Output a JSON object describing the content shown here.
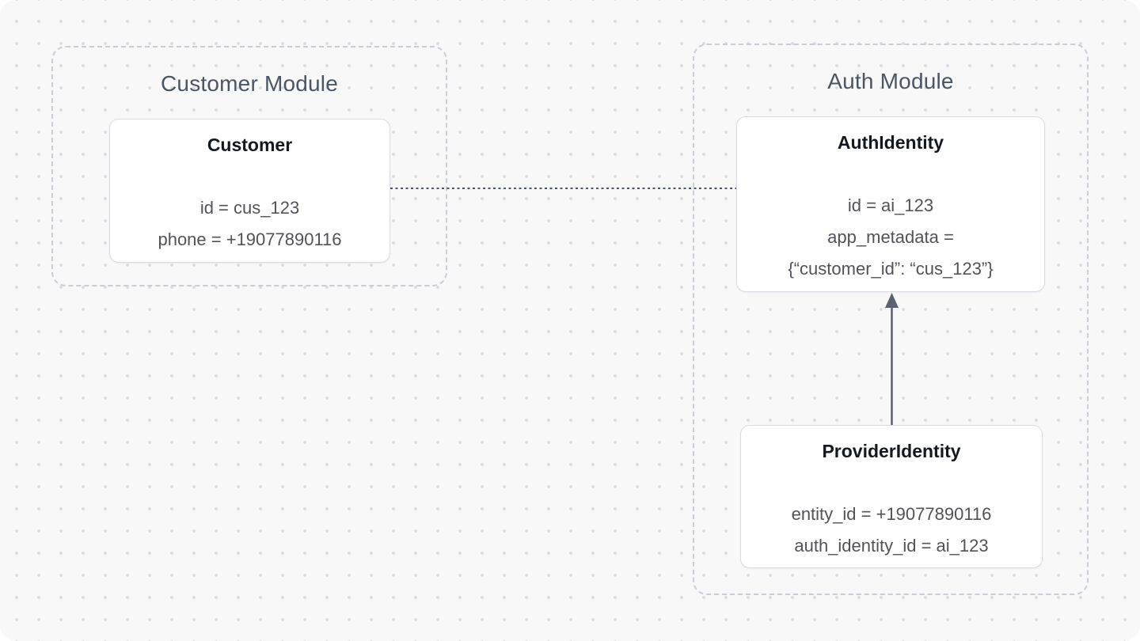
{
  "diagram": {
    "kind": "entity-relationship-module-diagram",
    "modules": {
      "customer": {
        "title": "Customer Module",
        "entities": {
          "customer": {
            "title": "Customer",
            "fields": [
              "id = cus_123",
              "phone = +19077890116"
            ]
          }
        }
      },
      "auth": {
        "title": "Auth Module",
        "entities": {
          "auth_identity": {
            "title": "AuthIdentity",
            "fields": [
              "id = ai_123",
              "app_metadata =",
              "{“customer_id”: “cus_123”}"
            ]
          },
          "provider_identity": {
            "title": "ProviderIdentity",
            "fields": [
              "entity_id = +19077890116",
              "auth_identity_id = ai_123"
            ]
          }
        }
      }
    },
    "connections": [
      {
        "from": "Customer",
        "to": "AuthIdentity",
        "style": "dotted-line",
        "direction": "none"
      },
      {
        "from": "ProviderIdentity",
        "to": "AuthIdentity",
        "style": "solid-line",
        "direction": "arrow-up-into-AuthIdentity"
      }
    ],
    "colors": {
      "canvas_background": "#f8f8f9",
      "dot_grid": "#d8d9dd",
      "module_border": "#c9cdd6",
      "module_title_text": "#4b5563",
      "card_background": "#ffffff",
      "card_border": "#d9dce1",
      "card_title_text": "#141821",
      "card_field_text": "#52525b",
      "dotted_connector": "#4b5563",
      "arrow_connector": "#5b616e"
    }
  }
}
